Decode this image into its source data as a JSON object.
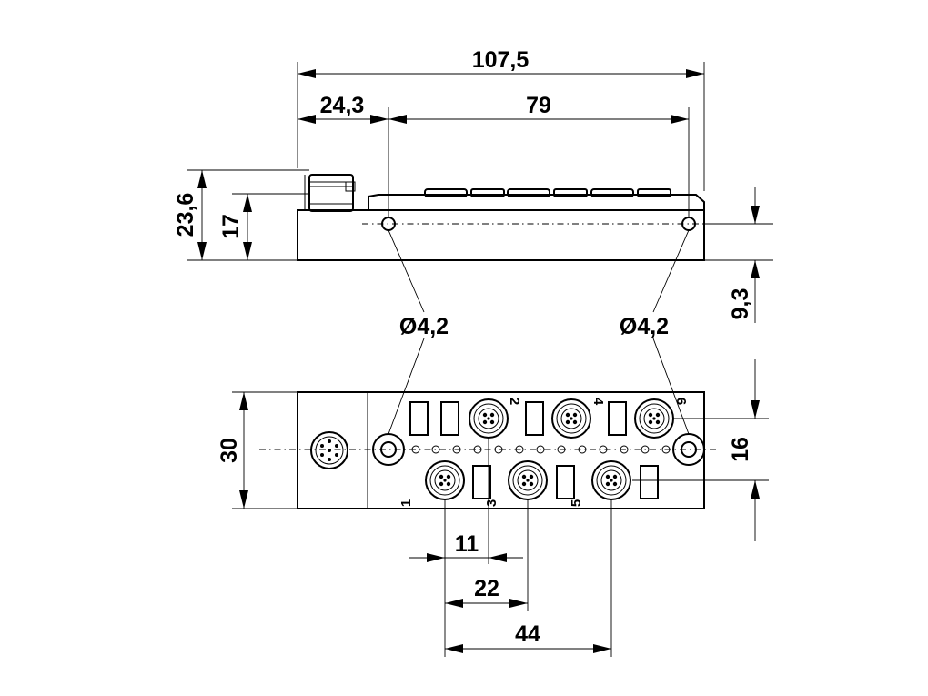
{
  "dimensions": {
    "overall_length": "107,5",
    "connector_offset": "24,3",
    "hole_spacing": "79",
    "total_height": "23,6",
    "housing_height": "17",
    "hole_height": "9,3",
    "hole_diameter_left": "Ø4,2",
    "hole_diameter_right": "Ø4,2",
    "width": "30",
    "socket_row_spacing": "16",
    "pitch_single": "11",
    "pitch_double": "22",
    "pitch_quad": "44"
  },
  "port_numbers": [
    "1",
    "2",
    "3",
    "4",
    "5",
    "6"
  ]
}
